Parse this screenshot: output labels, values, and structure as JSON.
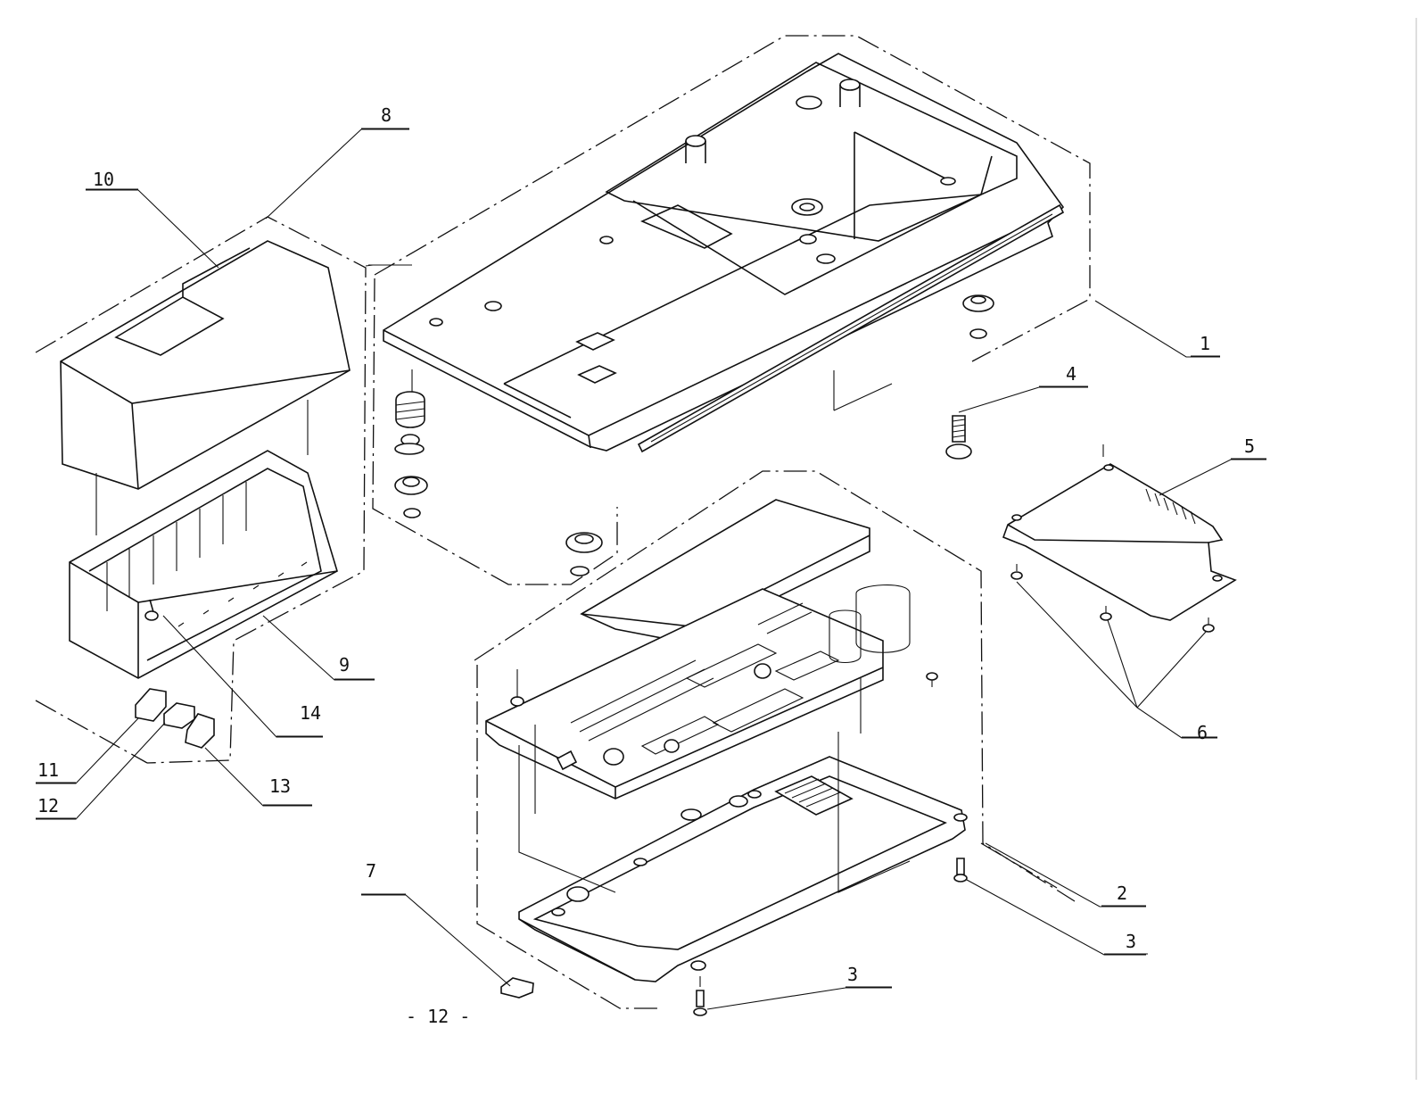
{
  "callouts": [
    {
      "id": "1",
      "label": "1"
    },
    {
      "id": "2",
      "label": "2"
    },
    {
      "id": "3a",
      "label": "3"
    },
    {
      "id": "3b",
      "label": "3"
    },
    {
      "id": "4",
      "label": "4"
    },
    {
      "id": "5",
      "label": "5"
    },
    {
      "id": "6",
      "label": "6"
    },
    {
      "id": "7",
      "label": "7"
    },
    {
      "id": "8",
      "label": "8"
    },
    {
      "id": "9",
      "label": "9"
    },
    {
      "id": "10",
      "label": "10"
    },
    {
      "id": "11",
      "label": "11"
    },
    {
      "id": "12",
      "label": "12"
    },
    {
      "id": "13",
      "label": "13"
    },
    {
      "id": "14",
      "label": "14"
    }
  ],
  "page_number": "- 12 -"
}
